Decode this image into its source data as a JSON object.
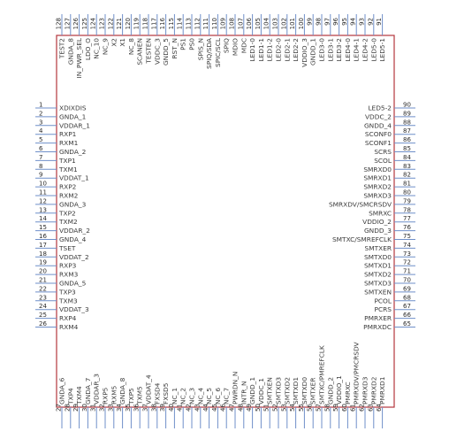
{
  "component": {
    "body_color": "#b5363d",
    "pin_color": "#6f8fc9",
    "text_color": "#3a3a3a",
    "pins": {
      "left": [
        {
          "n": "1",
          "name": "XDIXDIS"
        },
        {
          "n": "2",
          "name": "GNDA_1"
        },
        {
          "n": "3",
          "name": "VDDAR_1"
        },
        {
          "n": "4",
          "name": "RXP1"
        },
        {
          "n": "5",
          "name": "RXM1"
        },
        {
          "n": "6",
          "name": "GNDA_2"
        },
        {
          "n": "7",
          "name": "TXP1"
        },
        {
          "n": "8",
          "name": "TXM1"
        },
        {
          "n": "9",
          "name": "VDDAT_1"
        },
        {
          "n": "10",
          "name": "RXP2"
        },
        {
          "n": "11",
          "name": "RXM2"
        },
        {
          "n": "12",
          "name": "GNDA_3"
        },
        {
          "n": "13",
          "name": "TXP2"
        },
        {
          "n": "14",
          "name": "TXM2"
        },
        {
          "n": "15",
          "name": "VDDAR_2"
        },
        {
          "n": "16",
          "name": "GNDA_4"
        },
        {
          "n": "17",
          "name": "TSET"
        },
        {
          "n": "18",
          "name": "VDDAT_2"
        },
        {
          "n": "19",
          "name": "RXP3"
        },
        {
          "n": "20",
          "name": "RXM3"
        },
        {
          "n": "21",
          "name": "GNDA_5"
        },
        {
          "n": "22",
          "name": "TXP3"
        },
        {
          "n": "23",
          "name": "TXM3"
        },
        {
          "n": "24",
          "name": "VDDAT_3"
        },
        {
          "n": "25",
          "name": "RXP4"
        },
        {
          "n": "26",
          "name": "RXM4"
        }
      ],
      "right": [
        {
          "n": "90",
          "name": "LED5-2"
        },
        {
          "n": "89",
          "name": "VDDC_2"
        },
        {
          "n": "88",
          "name": "GNDD_4"
        },
        {
          "n": "87",
          "name": "SCONF0"
        },
        {
          "n": "86",
          "name": "SCONF1"
        },
        {
          "n": "85",
          "name": "SCRS"
        },
        {
          "n": "84",
          "name": "SCOL"
        },
        {
          "n": "83",
          "name": "SMRXD0"
        },
        {
          "n": "82",
          "name": "SMRXD1"
        },
        {
          "n": "81",
          "name": "SMRXD2"
        },
        {
          "n": "80",
          "name": "SMRXD3"
        },
        {
          "n": "79",
          "name": "SMRXDV/SMCRSDV"
        },
        {
          "n": "78",
          "name": "SMRXC"
        },
        {
          "n": "77",
          "name": "VDDIO_2"
        },
        {
          "n": "76",
          "name": "GNDD_3"
        },
        {
          "n": "75",
          "name": "SMTXC/SMREFCLK"
        },
        {
          "n": "74",
          "name": "SMTXER"
        },
        {
          "n": "73",
          "name": "SMTXD0"
        },
        {
          "n": "72",
          "name": "SMTXD1"
        },
        {
          "n": "71",
          "name": "SMTXD2"
        },
        {
          "n": "70",
          "name": "SMTXD3"
        },
        {
          "n": "69",
          "name": "SMTXEN"
        },
        {
          "n": "68",
          "name": "PCOL"
        },
        {
          "n": "67",
          "name": "PCRS"
        },
        {
          "n": "66",
          "name": "PMRXER"
        },
        {
          "n": "65",
          "name": "PMRXDC"
        }
      ],
      "top": [
        {
          "n": "128",
          "name": "TEST2"
        },
        {
          "n": "127",
          "name": "GNDA_8"
        },
        {
          "n": "126",
          "name": "IN_PWR_SEL"
        },
        {
          "n": "125",
          "name": "LDO_O"
        },
        {
          "n": "124",
          "name": "NC_10"
        },
        {
          "n": "123",
          "name": "NC_9"
        },
        {
          "n": "122",
          "name": "X2"
        },
        {
          "n": "121",
          "name": "X1"
        },
        {
          "n": "120",
          "name": "NC_8"
        },
        {
          "n": "119",
          "name": "SCANEN"
        },
        {
          "n": "118",
          "name": "TESTEN"
        },
        {
          "n": "117",
          "name": "VDDC_3"
        },
        {
          "n": "116",
          "name": "GNDD_5"
        },
        {
          "n": "115",
          "name": "RST_N"
        },
        {
          "n": "114",
          "name": "PS1"
        },
        {
          "n": "113",
          "name": "PS0"
        },
        {
          "n": "112",
          "name": "SPIS_N"
        },
        {
          "n": "111",
          "name": "SPIQ/SDA"
        },
        {
          "n": "110",
          "name": "SPIC/SCL"
        },
        {
          "n": "109",
          "name": "SPIQ"
        },
        {
          "n": "108",
          "name": "MDIO"
        },
        {
          "n": "107",
          "name": "MDC"
        },
        {
          "n": "106",
          "name": "LED1-0"
        },
        {
          "n": "105",
          "name": "LED1-1"
        },
        {
          "n": "104",
          "name": "LED1-2"
        },
        {
          "n": "103",
          "name": "LED2-0"
        },
        {
          "n": "102",
          "name": "LED2-1"
        },
        {
          "n": "101",
          "name": "LED2-2"
        },
        {
          "n": "100",
          "name": "VDDIO_3"
        },
        {
          "n": "99",
          "name": "GNDD_1"
        },
        {
          "n": "98",
          "name": "LED3-0"
        },
        {
          "n": "97",
          "name": "LED3-1"
        },
        {
          "n": "96",
          "name": "LED3-2"
        },
        {
          "n": "95",
          "name": "LED4-0"
        },
        {
          "n": "94",
          "name": "LED4-1"
        },
        {
          "n": "93",
          "name": "LED4-2"
        },
        {
          "n": "92",
          "name": "LED5-0"
        },
        {
          "n": "91",
          "name": "LED5-1"
        }
      ],
      "bottom": [
        {
          "n": "27",
          "name": "GNDA_6"
        },
        {
          "n": "28",
          "name": "TXP4"
        },
        {
          "n": "29",
          "name": "TXM4"
        },
        {
          "n": "30",
          "name": "GNDA_7"
        },
        {
          "n": "31",
          "name": "VDDAR_3"
        },
        {
          "n": "32",
          "name": "RXP5"
        },
        {
          "n": "33",
          "name": "RXM5"
        },
        {
          "n": "34",
          "name": "GNDA_8"
        },
        {
          "n": "35",
          "name": "TXP5"
        },
        {
          "n": "36",
          "name": "TXM5"
        },
        {
          "n": "37",
          "name": "VDDAT_4"
        },
        {
          "n": "38",
          "name": "FXSD4"
        },
        {
          "n": "39",
          "name": "FXSD5"
        },
        {
          "n": "40",
          "name": "NC_1"
        },
        {
          "n": "41",
          "name": "NC_2"
        },
        {
          "n": "42",
          "name": "NC_3"
        },
        {
          "n": "43",
          "name": "NC_4"
        },
        {
          "n": "44",
          "name": "NC_5"
        },
        {
          "n": "45",
          "name": "NC_6"
        },
        {
          "n": "46",
          "name": "NC_7"
        },
        {
          "n": "47",
          "name": "PWRDN_N"
        },
        {
          "n": "48",
          "name": "INTR_N"
        },
        {
          "n": "49",
          "name": "GNDD_1"
        },
        {
          "n": "50",
          "name": "VDDC_1"
        },
        {
          "n": "51",
          "name": "SMTXEN"
        },
        {
          "n": "52",
          "name": "SMTXD3"
        },
        {
          "n": "53",
          "name": "SMTXD2"
        },
        {
          "n": "54",
          "name": "SMTXD1"
        },
        {
          "n": "55",
          "name": "SMTXD0"
        },
        {
          "n": "56",
          "name": "SMTXER"
        },
        {
          "n": "57",
          "name": "SMTXC/PMREFCLK"
        },
        {
          "n": "58",
          "name": "GNDD_2"
        },
        {
          "n": "59",
          "name": "VDDIO_1"
        },
        {
          "n": "60",
          "name": "PMRXC"
        },
        {
          "n": "61",
          "name": "PMRXDV/PMCRSDV"
        },
        {
          "n": "62",
          "name": "PMRXD3"
        },
        {
          "n": "63",
          "name": "PMRXD2"
        },
        {
          "n": "64",
          "name": "PMRXD1"
        }
      ]
    }
  }
}
